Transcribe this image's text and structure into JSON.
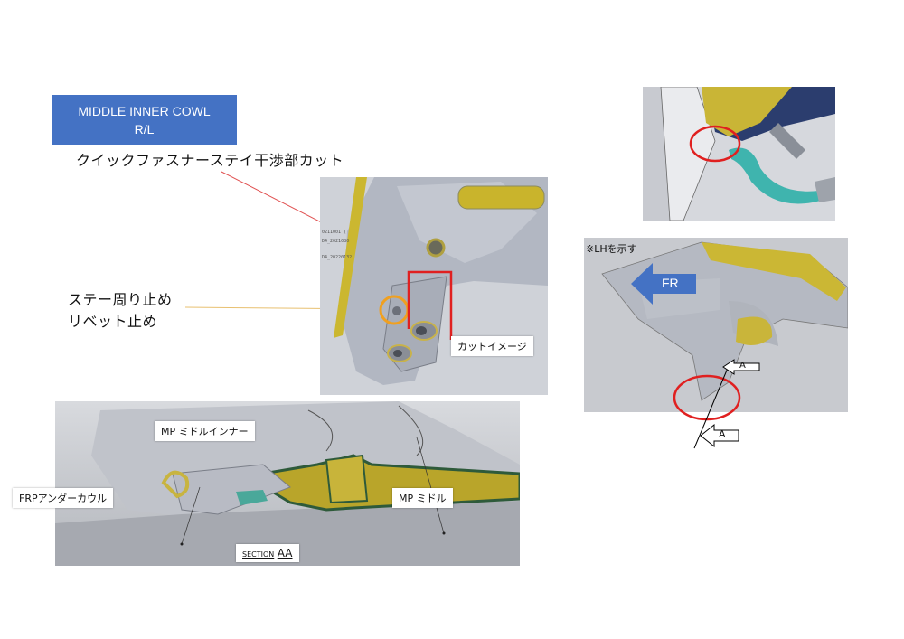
{
  "title": {
    "line1": "MIDDLE INNER COWL",
    "line2": "R/L"
  },
  "callouts": {
    "cut": "クイックファスナーステイ干渉部カット",
    "stay_line1": "ステー周り止め",
    "stay_line2": "リベット止め"
  },
  "detail_labels": {
    "cut_image": "カットイメージ",
    "id_line1": "0211001 (",
    "id_line2": "D4_2021080",
    "id_line3": "D4_20220132"
  },
  "section_labels": {
    "mp_middle_inner": "MP ミドルインナー",
    "frp_under_cowl": "FRPアンダーカウル",
    "mp_middle": "MP ミドル",
    "section_prefix": "SECTION",
    "section_name": "AA"
  },
  "overview": {
    "lh_note": "※LHを示す",
    "fr_arrow": "FR",
    "section_marker_upper": "A",
    "section_marker_lower": "A"
  },
  "colors": {
    "title_bg": "#4472c4",
    "highlight_red": "#e02020",
    "highlight_orange": "#f0a020",
    "part_yellow": "#c8b42a",
    "part_grey": "#b8bcc6",
    "arrow_blue": "#4472c4",
    "teal": "#3fb4ae"
  }
}
